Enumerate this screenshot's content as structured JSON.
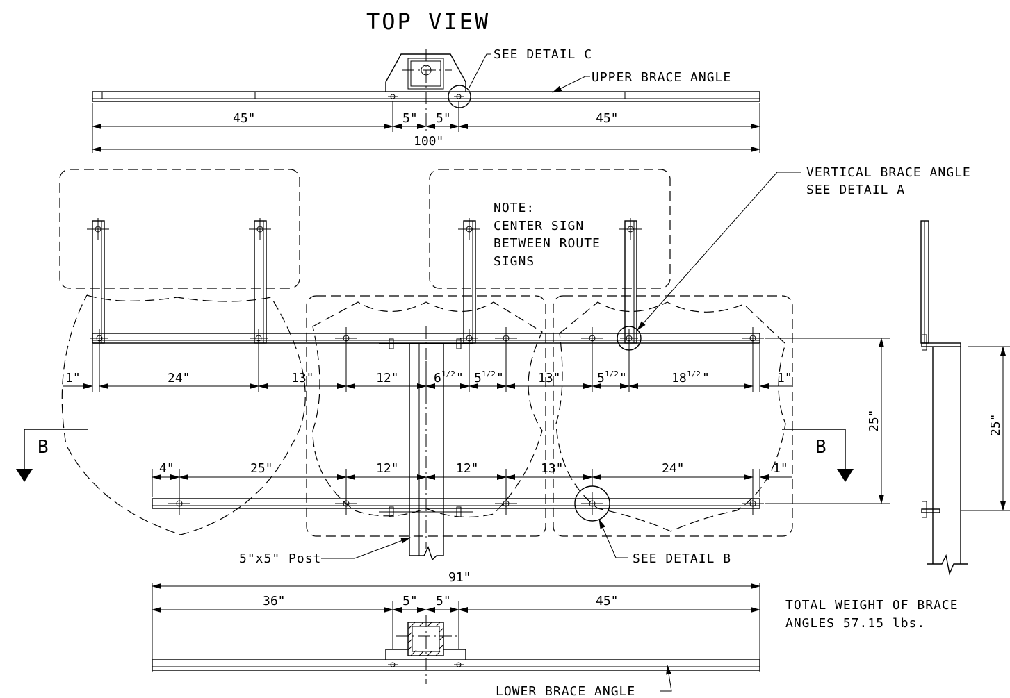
{
  "titles": {
    "top_view": "TOP VIEW"
  },
  "callouts": {
    "see_detail_c": "SEE DETAIL C",
    "upper_brace_angle": "UPPER BRACE ANGLE",
    "vertical_brace_line1": "VERTICAL BRACE ANGLE",
    "vertical_brace_line2": "SEE DETAIL A",
    "see_detail_b": "SEE DETAIL B",
    "post": "5\"x5\" Post",
    "lower_brace_angle": "LOWER BRACE ANGLE"
  },
  "note": {
    "line1": "NOTE:",
    "line2": "CENTER SIGN",
    "line3": "BETWEEN ROUTE",
    "line4": "SIGNS"
  },
  "weight": {
    "line1": "TOTAL WEIGHT OF BRACE",
    "line2": "ANGLES  57.15 lbs."
  },
  "section_marks": {
    "left": "B",
    "right": "B"
  },
  "dimensions": {
    "top_view": {
      "left": "45\"",
      "mid_left": "5\"",
      "mid_right": "5\"",
      "right": "45\"",
      "overall": "100\""
    },
    "upper_row": {
      "d1": "1\"",
      "d2": "24\"",
      "d3": "13\"",
      "d4": "12\"",
      "d5_whole": "6",
      "d5_frac": "1/2",
      "d5_unit": "\"",
      "d6_whole": "5",
      "d6_frac": "1/2",
      "d6_unit": "\"",
      "d7": "13\"",
      "d8_whole": "5",
      "d8_frac": "1/2",
      "d8_unit": "\"",
      "d9_whole": "18",
      "d9_frac": "1/2",
      "d9_unit": "\"",
      "d10": "1\""
    },
    "lower_row": {
      "d1": "4\"",
      "d2": "25\"",
      "d3": "12\"",
      "d4": "12\"",
      "d5": "13\"",
      "d6": "24\"",
      "d7": "1\""
    },
    "vertical_spacing": "25\"",
    "side_view_spacing": "25\"",
    "bottom_view": {
      "overall": "91\"",
      "left": "36\"",
      "mid_left": "5\"",
      "mid_right": "5\"",
      "right": "45\""
    }
  }
}
